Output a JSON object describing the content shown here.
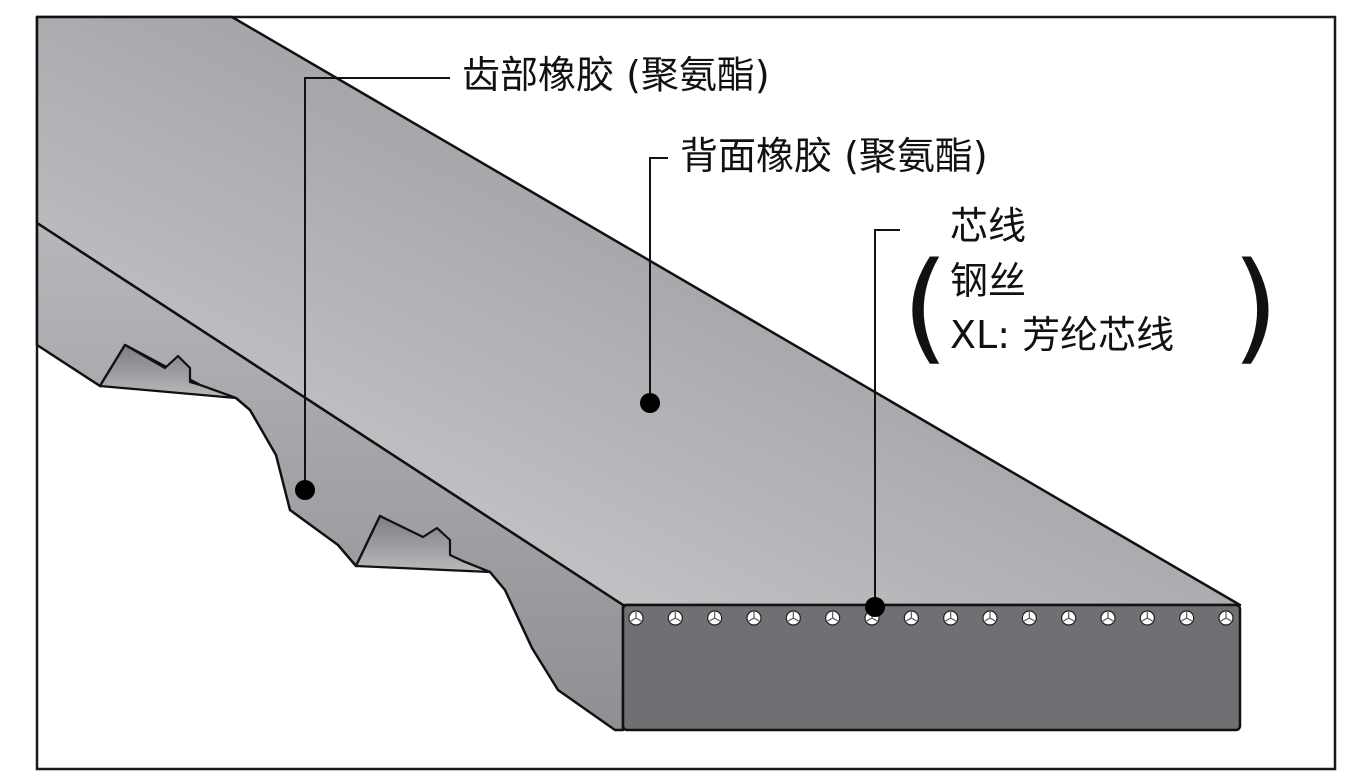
{
  "labels": {
    "tooth_rubber": "齿部橡胶 (聚氨酯)",
    "back_rubber": "背面橡胶 (聚氨酯)",
    "core_title": "芯线",
    "core_steel": "钢丝",
    "core_xl": "XL: 芳纶芯线",
    "paren_open": "(",
    "paren_close": ")"
  },
  "colors": {
    "frame": "#1a1a1a",
    "belt_top_light": "#d2d3d5",
    "belt_top_dark": "#8e8f92",
    "belt_side": "#a9aaad",
    "belt_end_face": "#6f7073",
    "outline": "#111111",
    "marker": "#000000"
  },
  "cord_count": 16
}
